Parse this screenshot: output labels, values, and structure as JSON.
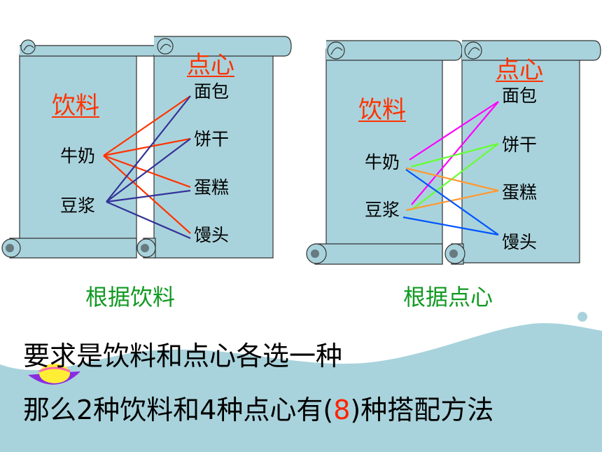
{
  "left_panel": {
    "drinks_heading": "饮料",
    "snacks_heading": "点心",
    "drinks": [
      "牛奶",
      "豆浆"
    ],
    "snacks": [
      "面包",
      "饼干",
      "蛋糕",
      "馒头"
    ],
    "caption": "根据饮料"
  },
  "right_panel": {
    "drinks_heading": "饮料",
    "snacks_heading": "点心",
    "drinks": [
      "牛奶",
      "豆浆"
    ],
    "snacks": [
      "面包",
      "饼干",
      "蛋糕",
      "馒头"
    ],
    "caption": "根据点心"
  },
  "question": {
    "line1": "要求是饮料和点心各选一种",
    "line2_before": "那么2种饮料和4种点心有(",
    "answer": "8",
    "line2_after": ")种搭配方法"
  },
  "colors": {
    "scroll_fill": "#a9d3dc",
    "heading": "#ff3300",
    "caption": "#119922",
    "answer": "#ff2200",
    "left_milk_lines": "#ff3300",
    "left_soy_lines": "#333399",
    "right_bread": "#ff00ff",
    "right_biscuit": "#66ff33",
    "right_cake": "#ff9933",
    "right_mantou": "#0055ff",
    "wave": "#a9d3dc"
  }
}
